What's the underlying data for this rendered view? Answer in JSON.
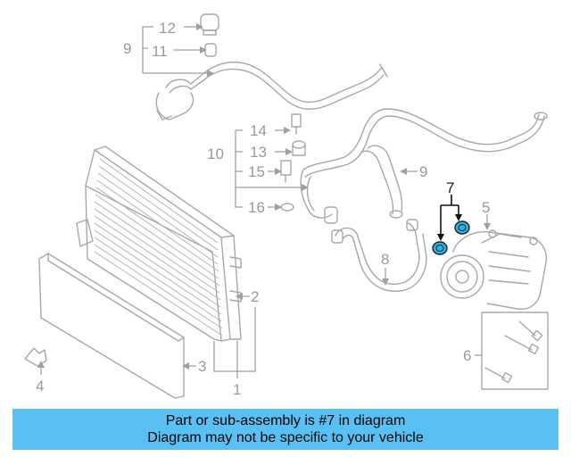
{
  "callouts": {
    "c1": "1",
    "c2": "2",
    "c3": "3",
    "c4": "4",
    "c5": "5",
    "c6": "6",
    "c7": "7",
    "c8": "8",
    "c9a": "9",
    "c9b": "9",
    "c10": "10",
    "c11": "11",
    "c12": "12",
    "c13": "13",
    "c14": "14",
    "c15": "15",
    "c16": "16"
  },
  "highlight": {
    "part_number": "7",
    "color": "#27b4ec"
  },
  "banner": {
    "line1": "Part or sub-assembly is #7 in diagram",
    "line2": "Diagram may not be specific to your vehicle",
    "background": "#58c0f2"
  }
}
